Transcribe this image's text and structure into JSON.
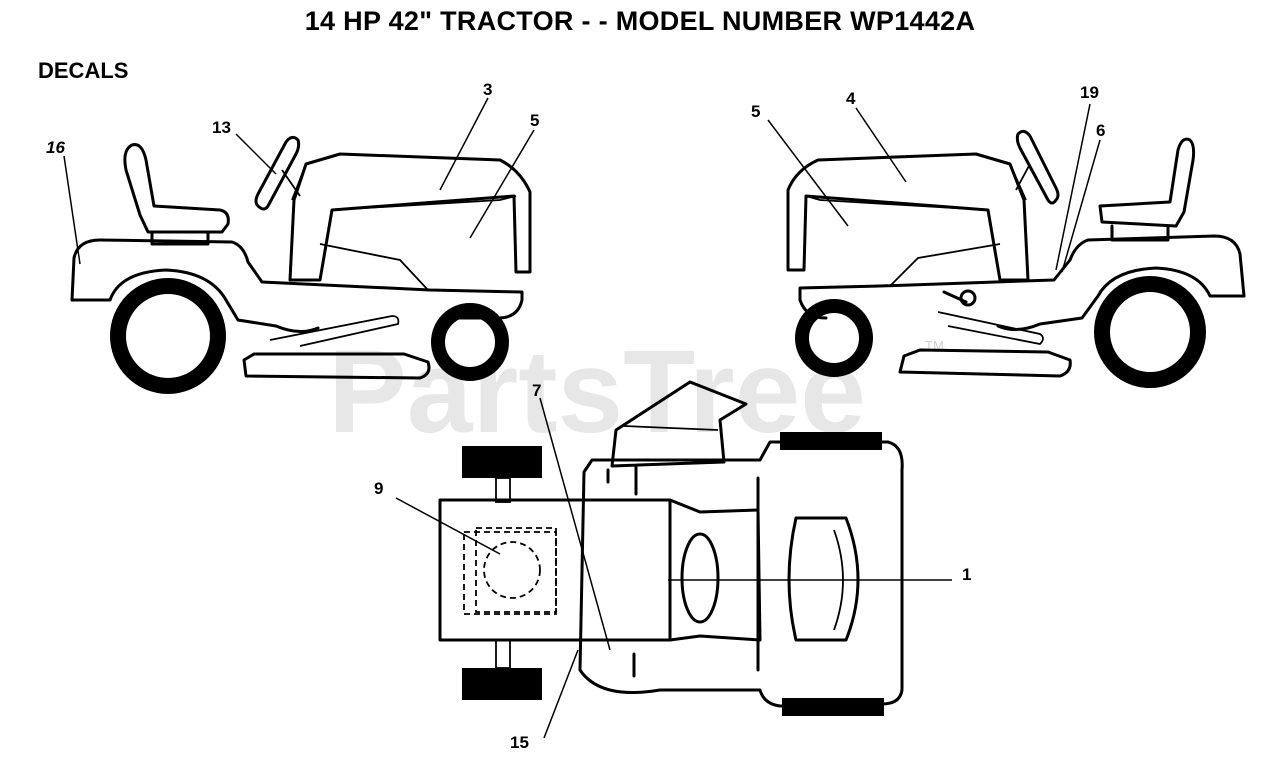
{
  "header": {
    "title": "14 HP 42\" TRACTOR - - MODEL NUMBER WP1442A",
    "section": "DECALS"
  },
  "watermark": {
    "text": "PartsTree",
    "trademark": "TM"
  },
  "callouts": {
    "c1": "1",
    "c3": "3",
    "c4": "4",
    "c5_left": "5",
    "c5_right": "5",
    "c6": "6",
    "c7": "7",
    "c9": "9",
    "c13": "13",
    "c15": "15",
    "c16": "16",
    "c19": "19"
  }
}
